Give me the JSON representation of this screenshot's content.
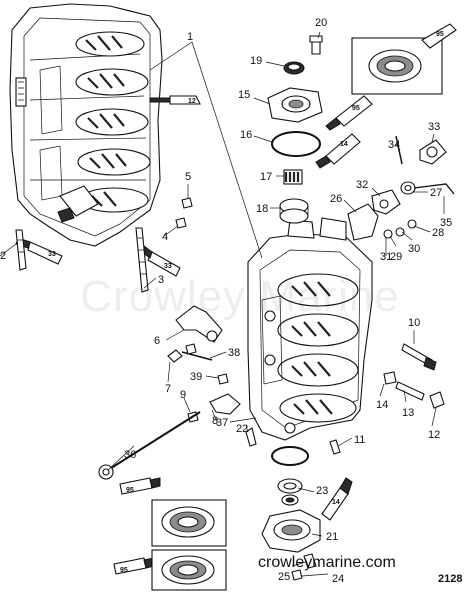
{
  "watermark": "Crowley Marine",
  "site_url": "crowleymarine.com",
  "figure_number": "2128",
  "callouts": [
    "1",
    "2",
    "3",
    "4",
    "5",
    "6",
    "7",
    "8",
    "9",
    "10",
    "11",
    "12",
    "13",
    "14",
    "15",
    "16",
    "17",
    "18",
    "19",
    "20",
    "21",
    "22",
    "23",
    "24",
    "25",
    "26",
    "27",
    "28",
    "29",
    "30",
    "31",
    "32",
    "33",
    "34",
    "35",
    "36",
    "37",
    "38",
    "39"
  ],
  "tube_labels": {
    "tube_95": "95",
    "tube_12": "12",
    "tube_14": "14",
    "tube_33": "33"
  }
}
